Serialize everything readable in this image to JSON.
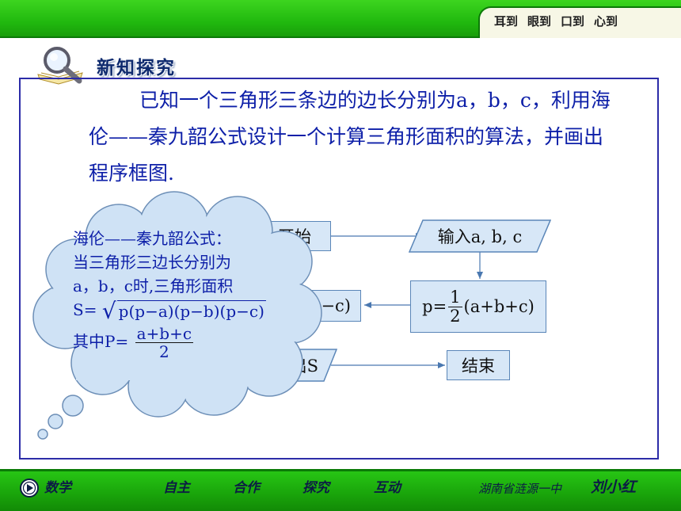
{
  "header": {
    "slogans": [
      "耳到",
      "眼到",
      "口到",
      "心到"
    ],
    "section_title": "新知探究"
  },
  "problem": {
    "text": "已知一个三角形三条边的边长分别为a，b，c，利用海伦——秦九韶公式设计一个计算三角形面积的算法，并画出程序框图."
  },
  "flowchart": {
    "start": "开始",
    "input": "输入a, b, c",
    "p_prefix": "p=",
    "p_numerator": "1",
    "p_denominator": "2",
    "p_suffix": "(a+b+c)",
    "s_partial": "(p−c)",
    "output": "输出S",
    "end": "结束"
  },
  "cloud": {
    "line1": "海伦——秦九韶公式：",
    "line2": "当三角形三边长分别为",
    "line3": "a，b，c时,三角形面积",
    "s_prefix": "S=",
    "s_radicand": "p(p−a)(p−b)(p−c)",
    "p_prefix": "其中P=",
    "p_numerator": "a+b+c",
    "p_denominator": "2"
  },
  "footer": {
    "subject": "数学",
    "nav": [
      "自主",
      "合作",
      "探究",
      "互动"
    ],
    "school": "湖南省涟源一中",
    "author": "刘小红"
  },
  "colors": {
    "bar_green": "#20b80e",
    "text_blue": "#0d1fa8",
    "frame_blue": "#2c2ca8",
    "box_fill": "#d7e7f7",
    "cloud_fill": "#cfe2f5"
  }
}
